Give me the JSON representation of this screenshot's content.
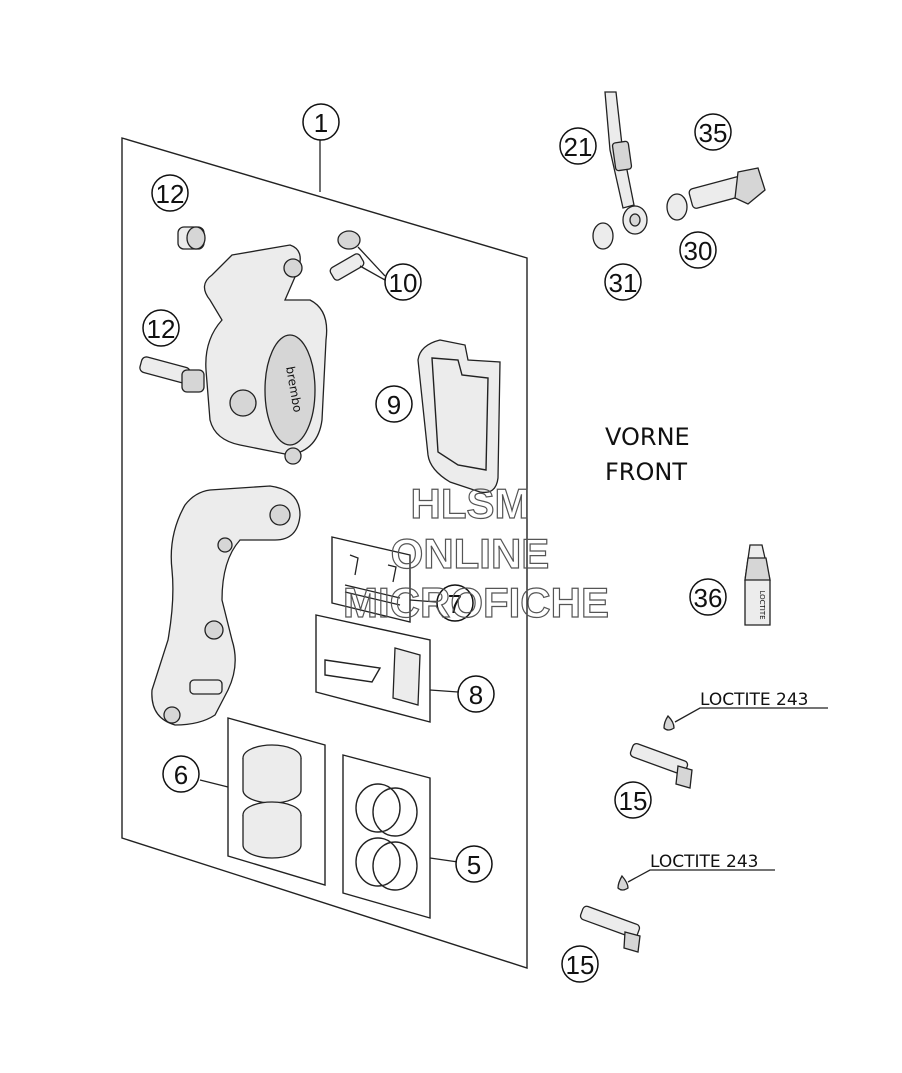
{
  "diagram": {
    "callouts": {
      "c1": "1",
      "c12a": "12",
      "c12b": "12",
      "c10": "10",
      "c9": "9",
      "c7": "7",
      "c8": "8",
      "c6": "6",
      "c5": "5",
      "c21": "21",
      "c35": "35",
      "c30": "30",
      "c31": "31",
      "c36": "36",
      "c15a": "15",
      "c15b": "15"
    },
    "labels": {
      "direction_line1": "VORNE",
      "direction_line2": "FRONT",
      "loctite_a": "LOCTITE 243",
      "loctite_b": "LOCTITE 243",
      "caliper_brand": "brembo",
      "tube_text": "LOCTITE"
    },
    "watermark": {
      "line1": "HLSM",
      "line2": "ONLINE",
      "line3": "MICROFICHE"
    }
  }
}
